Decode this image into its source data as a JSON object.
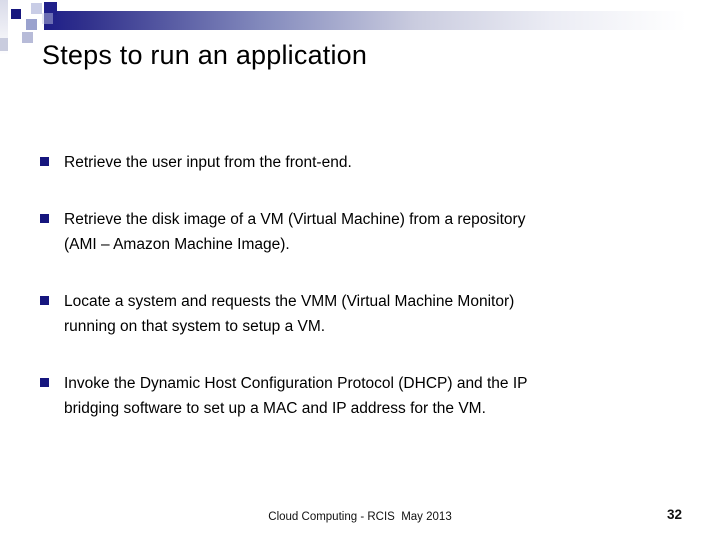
{
  "slide": {
    "title": "Steps to run an application",
    "bullets": [
      {
        "lines": [
          "Retrieve the user input from the front-end."
        ]
      },
      {
        "lines": [
          "Retrieve the disk image of a VM (Virtual Machine) from a repository",
          "(AMI – Amazon Machine Image)."
        ]
      },
      {
        "lines": [
          "Locate a system and requests the VMM (Virtual Machine Monitor)",
          "running on that system to setup a VM."
        ]
      },
      {
        "lines": [
          "Invoke the Dynamic Host Configuration Protocol (DHCP) and the IP",
          "bridging software to set up a MAC and IP address for the VM."
        ]
      }
    ],
    "footer": {
      "text": "Cloud Computing - RCIS  May 2013",
      "page_number": "32"
    },
    "colors": {
      "bullet_square": "#16167e",
      "bar_dark": "#1e1e88",
      "text": "#000000",
      "background": "#ffffff"
    }
  }
}
